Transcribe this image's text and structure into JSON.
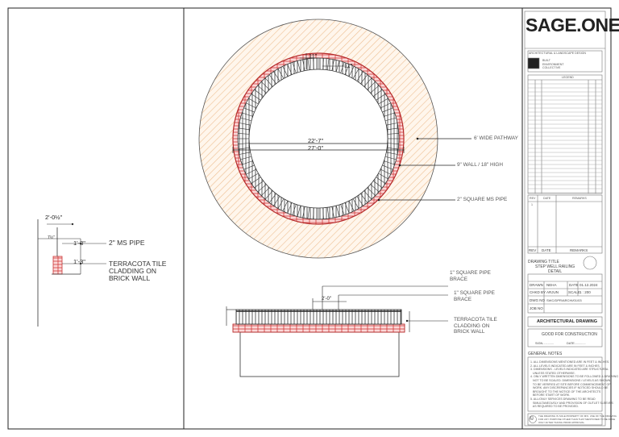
{
  "left_detail": {
    "dim_width": "2'-0½\"",
    "dim_small": "7½\"",
    "dim_1": "1'-3\"",
    "dim_2": "1'-3\"",
    "label_pipe": "2\" MS PIPE",
    "label_cladding": "TERRACOTA TILE\nCLADDING ON\nBRICK WALL"
  },
  "plan": {
    "dim_inner": "22'-7\"",
    "dim_outer": "27'-0\"",
    "dim_top_a": "11\"",
    "dim_top_b": "11\"",
    "label_pathway": "6' WIDE PATHWAY",
    "label_wall": "9\" WALL / 18\" HIGH",
    "label_pipe": "2\" SQUARE MS PIPE"
  },
  "elevation": {
    "label_brace_a": "1\" SQUARE PIPE\nBRACE",
    "label_brace_b": "1\" SQUARE PIPE\nBRACE",
    "label_cladding": "TERRACOTA TILE\nCLADDING ON\nBRICK WALL",
    "dim_top": "2'-0\""
  },
  "title_block": {
    "brand": "SAGE.ONE",
    "firm_line": "ARCHITECTURAL & LANDSCAPE DESIGN",
    "firm_name": "BUILT\nENVIRONMENT\nCOLLECTIVE",
    "legend_header": "LEGEND",
    "rev_headers": [
      "REV",
      "DATE",
      "REMARKS"
    ],
    "rev_first": "1",
    "rev_footer": [
      "REV",
      "DATE",
      "REMARKS"
    ],
    "drawing_title_label": "DRAWING TITLE",
    "drawing_title": "STEP WELL RAILING\nDETAIL",
    "drawn_label": "DRAWN",
    "drawn_value": "NEHA",
    "date_label": "DATE",
    "date_value": "01.12.2024",
    "chkd_label": "CHKD BY",
    "chkd_value": "ARJUN",
    "scale_label": "SCALE",
    "scale_value": "1 : 200",
    "dwg_label": "DWG NO",
    "dwg_value": "SWC/DPR/ARCHI/01/03",
    "job_label": "JOB NO",
    "category": "ARCHITECTURAL DRAWING",
    "status": "GOOD FOR CONSTRUCTION",
    "sign_label": "SIGN.............",
    "sign_date": "DATE.............",
    "notes_header": "GENERAL NOTES",
    "notes": [
      "1. ALL DIMENSIONS MENTIONED ARE IN FEET & INCHES.",
      "2. ALL LEVELS INDICATED ARE IN FEET & INCHES.",
      "3. DIMENSIONS - LEVELS INDICATED ARE STRUCTURAL",
      "   UNLESS STATED OTHERWISE.",
      "4. ONLY WRITTEN DIMENSIONS TO BE FOLLOWED & DRAWING",
      "   NOT TO BE SCALED. DIMENSIONS / LEVELS AS SHOWN",
      "   TO BE VERIFIED AT SITE BEFORE COMMENCEMENT OF",
      "   WORK. ANY DISCREPANCIES IF NOTICED SHOULD BE",
      "   BROUGHT TO THE NOTICE OF THE ARCHITECTS",
      "   BEFORE START OF WORK.",
      "5. ALL/ONLY SERVICES DRAWING TO BE READ",
      "   SIMULTANEOUSLY AND PROVISION OF OUTLET SLEEVES",
      "   AS REQUIRED TO BE PROVIDED."
    ],
    "copyright": "THE DRAWING IS SOLE PROPERTY OF M/S  USE OF THE DRAWING\nFOR ANY PURPOSE OTHER THAN THAT MENTIONED TO BE DONE\nONLY AFTER TAKING PRIOR APPROVAL.",
    "copyright_symbol": "©"
  }
}
